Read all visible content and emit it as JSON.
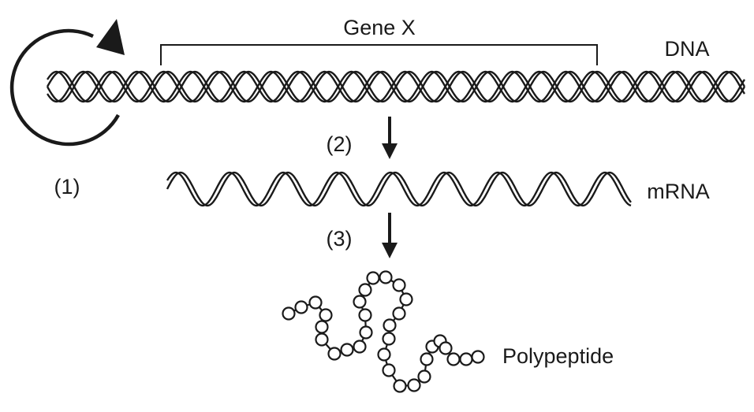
{
  "diagram": {
    "gene_label": "Gene X",
    "dna_label": "DNA",
    "mrna_label": "mRNA",
    "polypeptide_label": "Polypeptide",
    "step1_label": "(1)",
    "step2_label": "(2)",
    "step3_label": "(3)"
  },
  "colors": {
    "stroke": "#1a1a1a",
    "background": "#ffffff"
  },
  "icons": {
    "replication": "circular-arrow-icon",
    "process_arrow": "down-arrow-icon"
  }
}
